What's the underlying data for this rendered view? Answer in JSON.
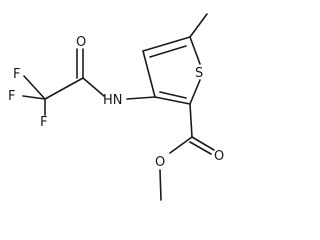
{
  "molecule": {
    "atoms": {
      "S": "S",
      "O1": "O",
      "O2": "O",
      "O3": "O",
      "N": "HN",
      "F1": "F",
      "F2": "F",
      "F3": "F"
    }
  },
  "colors": {
    "bond": "#1a1a1a",
    "text": "#1a1a1a",
    "background": "#ffffff"
  }
}
